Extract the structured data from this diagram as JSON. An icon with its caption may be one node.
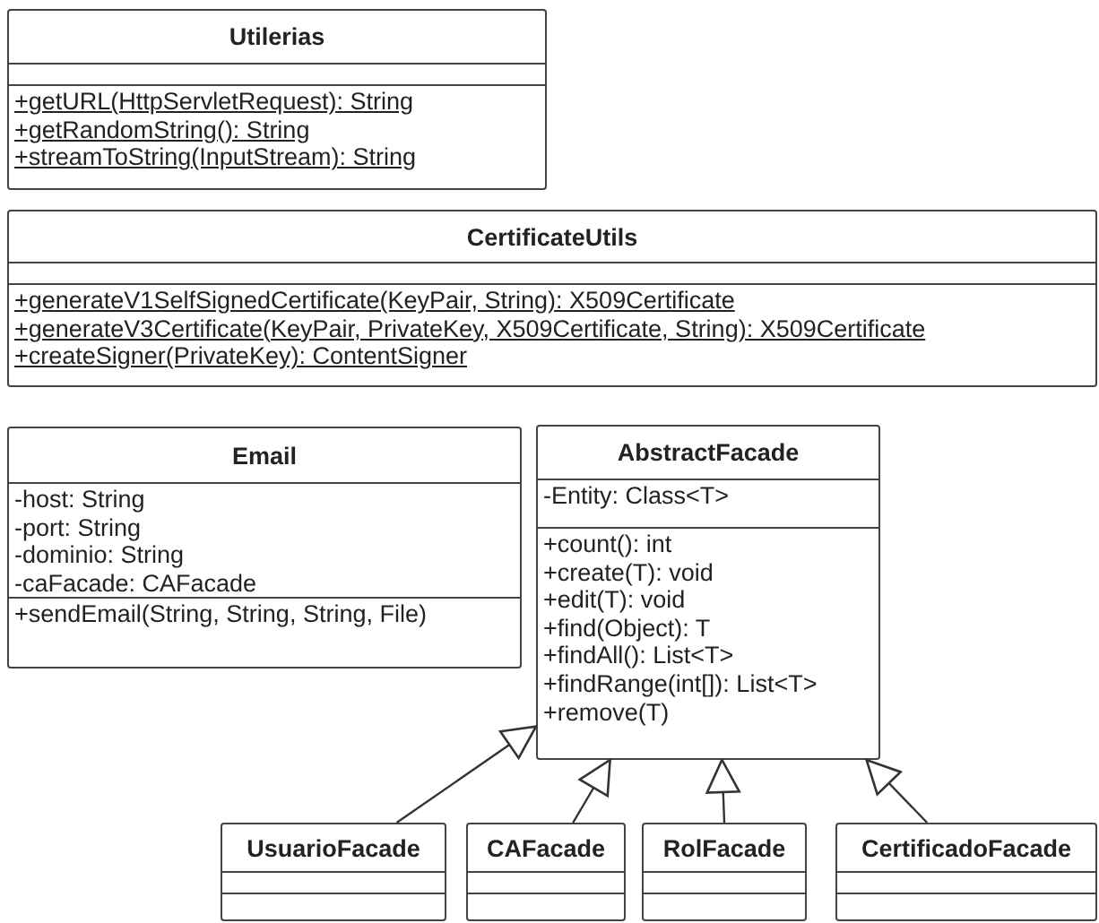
{
  "diagram": {
    "nodes": [
      {
        "text": [
          "Utilerias"
        ]
      },
      {
        "text": [],
        "shape": "box",
        "in": 0
      },
      {
        "text": [
          "+getURL(HttpServletRequest): String",
          "+getRandomString(): String",
          "+streamToString(InputStream): String"
        ],
        "in": 0
      },
      {
        "text": [
          "CertificateUtils"
        ]
      },
      {
        "text": [],
        "shape": "box",
        "in": 3
      },
      {
        "text": [
          "+generateV1SelfSignedCertificate(KeyPair, String): X509Certificate",
          "+generateV3Certificate(KeyPair, PrivateKey, X509Certificate, String): X509Certificate",
          "+createSigner(PrivateKey): ContentSigner"
        ],
        "in": 3
      },
      {
        "text": [
          "Email"
        ]
      },
      {
        "text": [
          "-host: String",
          "-port: String",
          "-dominio: String",
          "-caFacade: CAFacade"
        ],
        "in": 6
      },
      {
        "text": [
          "+sendEmail(String, String, String, File)"
        ],
        "in": 6
      },
      {
        "text": [
          "AbstractFacade"
        ]
      },
      {
        "text": [
          "-Entity: Class<T>"
        ],
        "in": 9
      },
      {
        "text": [
          "+count(): int",
          "+create(T): void",
          "+edit(T): void",
          "+find(Object): T",
          "+findAll(): List<T>",
          "+findRange(int[]): List<T>",
          "+remove(T)"
        ],
        "in": 9
      },
      {
        "text": [
          "UsuarioFacade"
        ]
      },
      {
        "text": [],
        "shape": "box",
        "in": 12
      },
      {
        "text": [],
        "shape": "box",
        "in": 12
      },
      {
        "text": [
          "CAFacade"
        ]
      },
      {
        "text": [],
        "shape": "box",
        "in": 15
      },
      {
        "text": [],
        "shape": "box",
        "in": 15
      },
      {
        "text": [
          "RolFacade"
        ]
      },
      {
        "text": [],
        "shape": "box",
        "in": 18
      },
      {
        "text": [],
        "shape": "box",
        "in": 18
      },
      {
        "text": [
          "CertificadoFacade"
        ]
      },
      {
        "text": [],
        "shape": "box",
        "in": 21
      },
      {
        "text": [],
        "shape": "box",
        "in": 21
      }
    ],
    "edges": [
      {
        "from": 12,
        "to": 9,
        "arrow": "to"
      },
      {
        "from": 15,
        "to": 9,
        "arrow": "to"
      },
      {
        "from": 18,
        "to": 9,
        "arrow": "to"
      },
      {
        "from": 21,
        "to": 9,
        "arrow": "to"
      }
    ]
  }
}
